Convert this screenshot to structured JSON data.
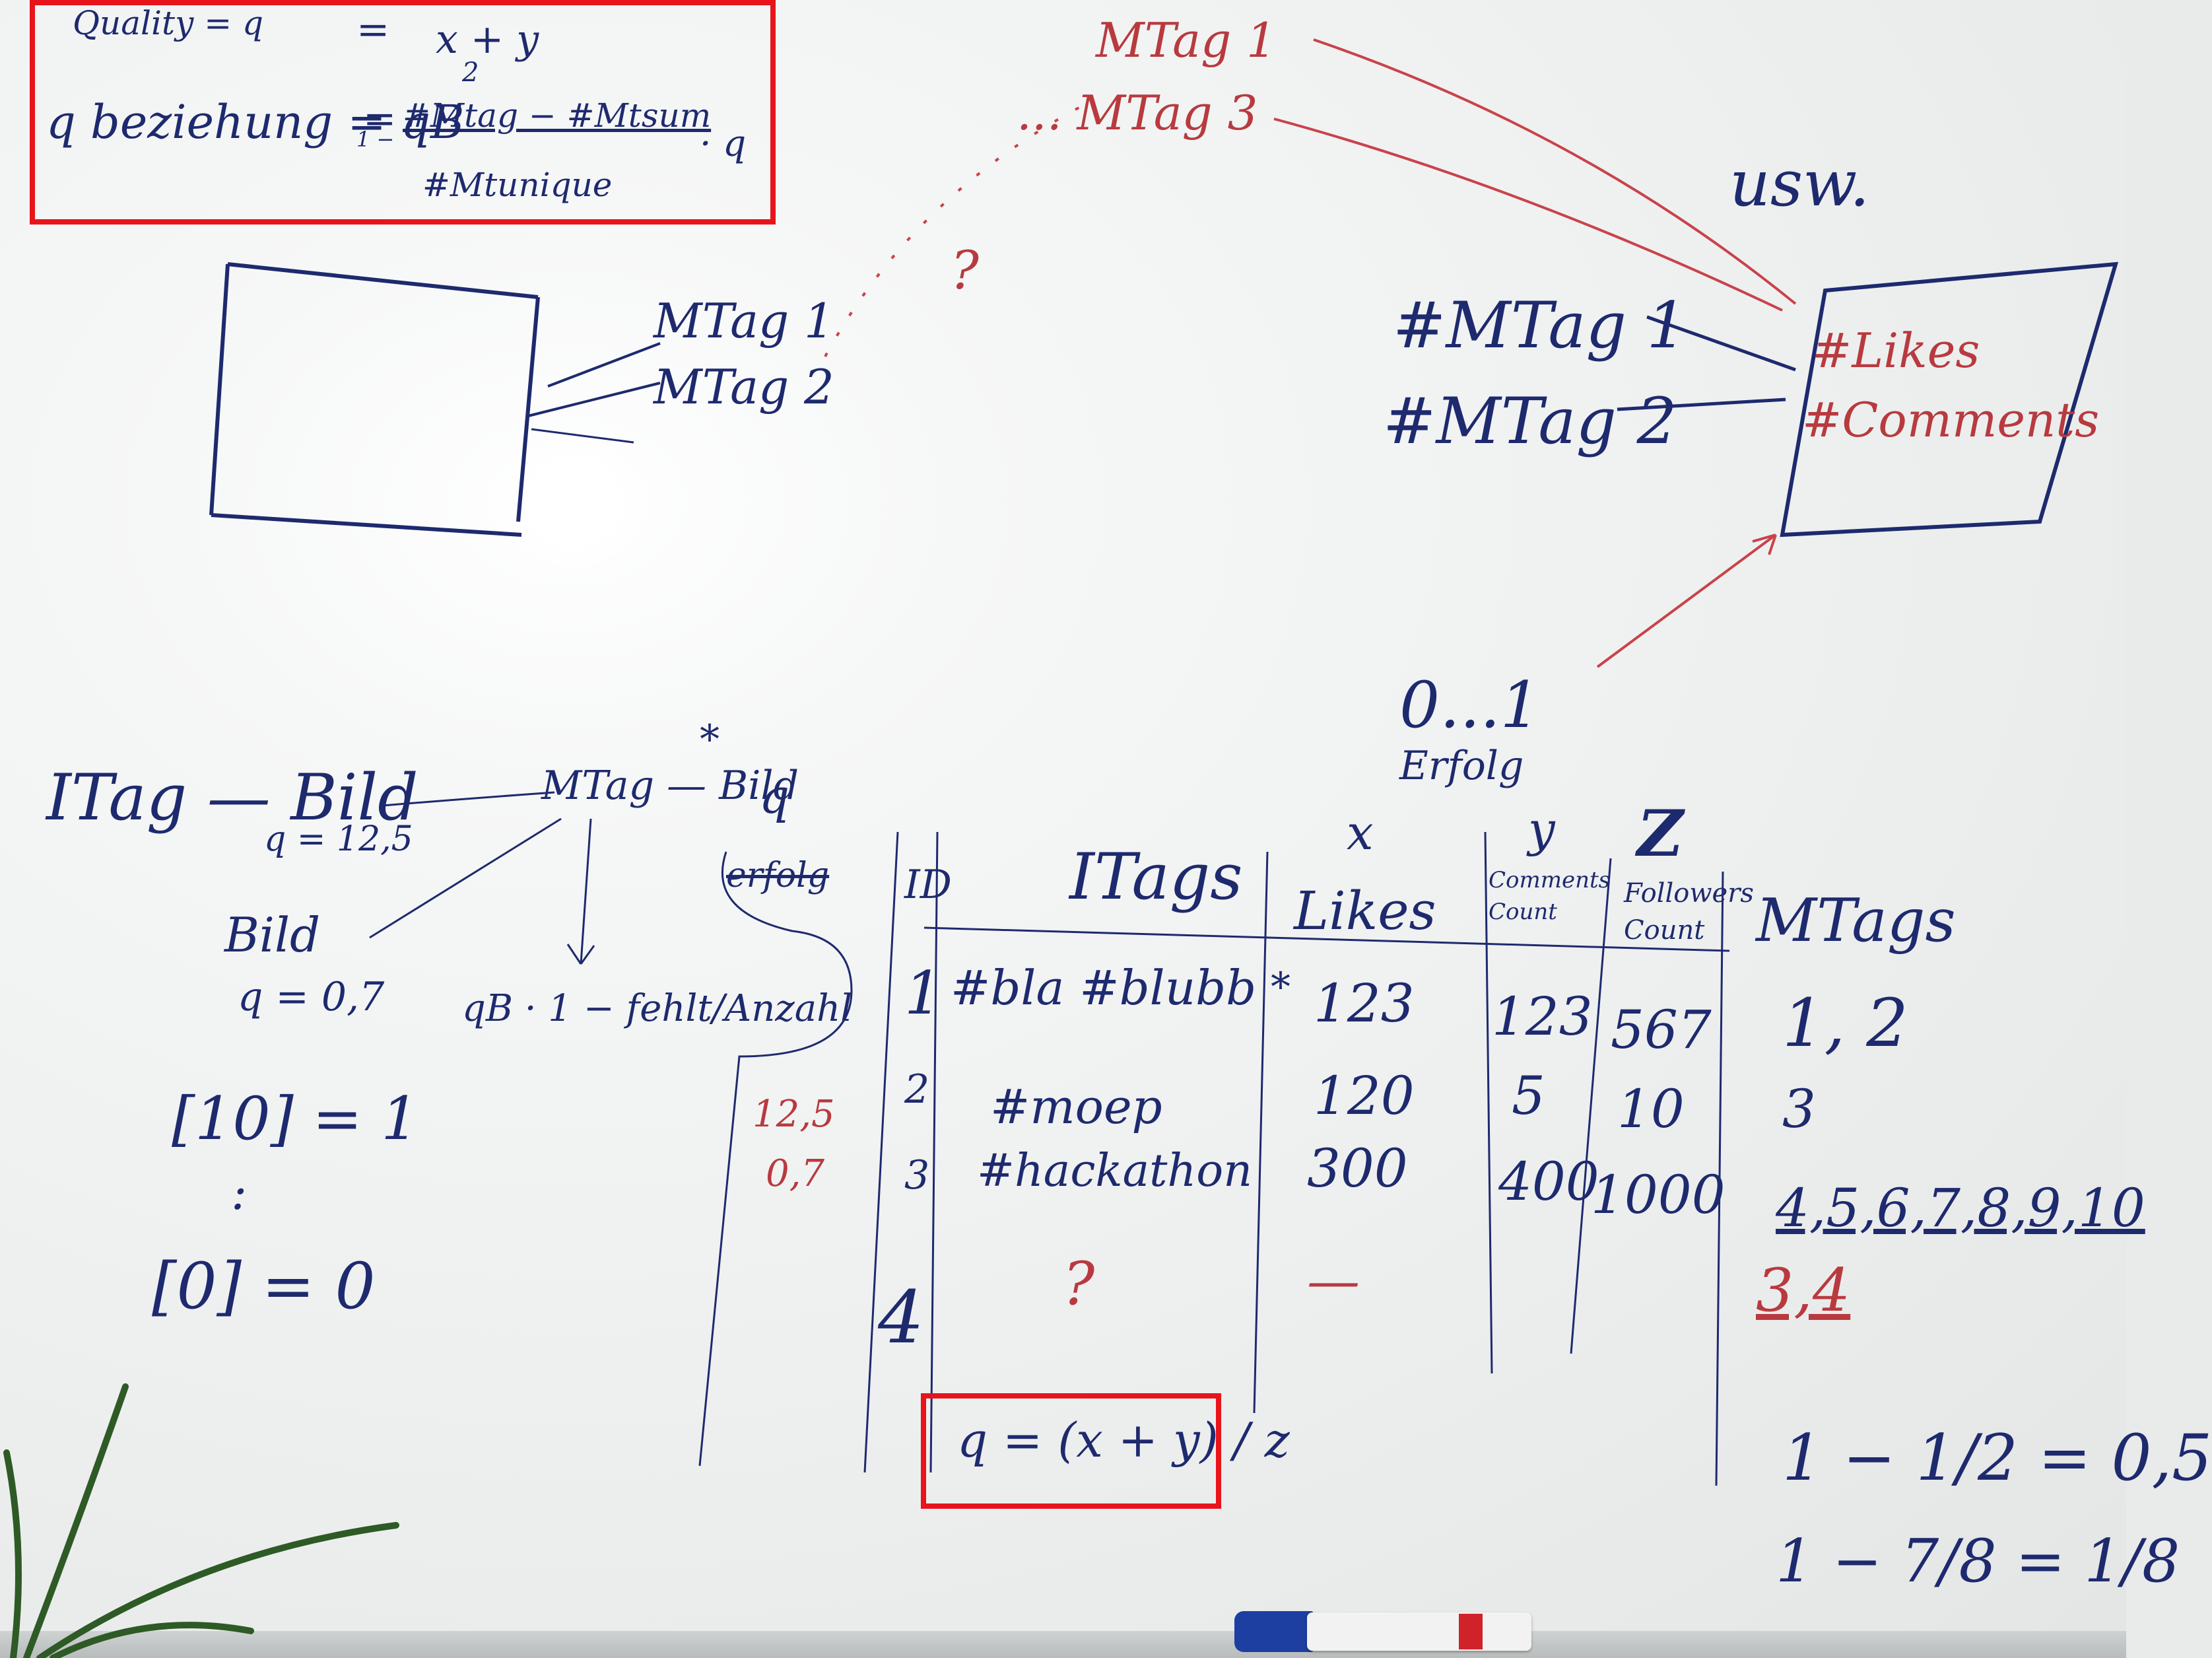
{
  "formula_top": {
    "quality_label": "Quality = q",
    "quality_eq": "=",
    "quality_numerator": "x + y",
    "quality_denominator": "2",
    "relation_label": "q beziehung = qB",
    "relation_eq": "=",
    "relation_prefix": "1 −",
    "relation_numerator": "#Mtag − #Mtsum",
    "relation_denominator": "#Mtunique",
    "relation_suffix": "· q"
  },
  "top_diagram": {
    "left_tag1": "MTag 1",
    "left_tag2": "MTag 2",
    "red_tag1": "MTag 1",
    "red_tag3": "... MTag 3",
    "red_question": "?",
    "usw": "usw.",
    "right_tag1": "#MTag 1",
    "right_tag2": "#MTag 2",
    "likes": "#Likes",
    "comments": "#Comments",
    "range": "0...1",
    "erfolg": "Erfolg"
  },
  "left_area": {
    "itag_bild": "ITag — Bild",
    "q_12_5": "q = 12,5",
    "mtag_bild": "MTag — Bild",
    "star": "*",
    "bild": "Bild",
    "q_0_7": "q = 0,7",
    "qb_expr": "qB · 1 − fehlt/Anzahl",
    "bracket_10": "[10] = 1",
    "dots": ":",
    "bracket_0": "[0] = 0",
    "q_label": "q"
  },
  "table": {
    "headers": {
      "erfolg": "erfolg",
      "id": "ID",
      "itags": "ITags",
      "x": "x",
      "likes": "Likes",
      "y": "y",
      "comments": "Comments Count",
      "z": "Z",
      "followers": "Followers Count",
      "mtags": "MTags"
    },
    "rows": [
      {
        "erfolg": "",
        "id": "1",
        "itags": "#bla #blubb",
        "likes": "123",
        "comments": "123",
        "followers": "567",
        "mtags": "1, 2"
      },
      {
        "erfolg": "12,5",
        "id": "2",
        "itags": "#moep",
        "likes": "120",
        "comments": "5",
        "followers": "10",
        "mtags": "3"
      },
      {
        "erfolg": "0,7",
        "id": "3",
        "itags": "#hackathon",
        "likes": "300",
        "comments": "400",
        "followers": "1000",
        "mtags": "4,5,6,7,8,9,10"
      },
      {
        "erfolg": "",
        "id": "4",
        "itags": "?",
        "likes": "—",
        "comments": "",
        "followers": "",
        "mtags": "3,4"
      }
    ],
    "star_mark": "*"
  },
  "bottom_formula": "q = (x + y) / z",
  "right_bottom": {
    "eq1": "1 − 1/2 = 0,5",
    "eq2": "1 − 7/8 = 1/8"
  },
  "colors": {
    "blue_marker": "#1e2a6e",
    "red_marker": "#b83a3f",
    "highlight_box": "#e8141c"
  }
}
